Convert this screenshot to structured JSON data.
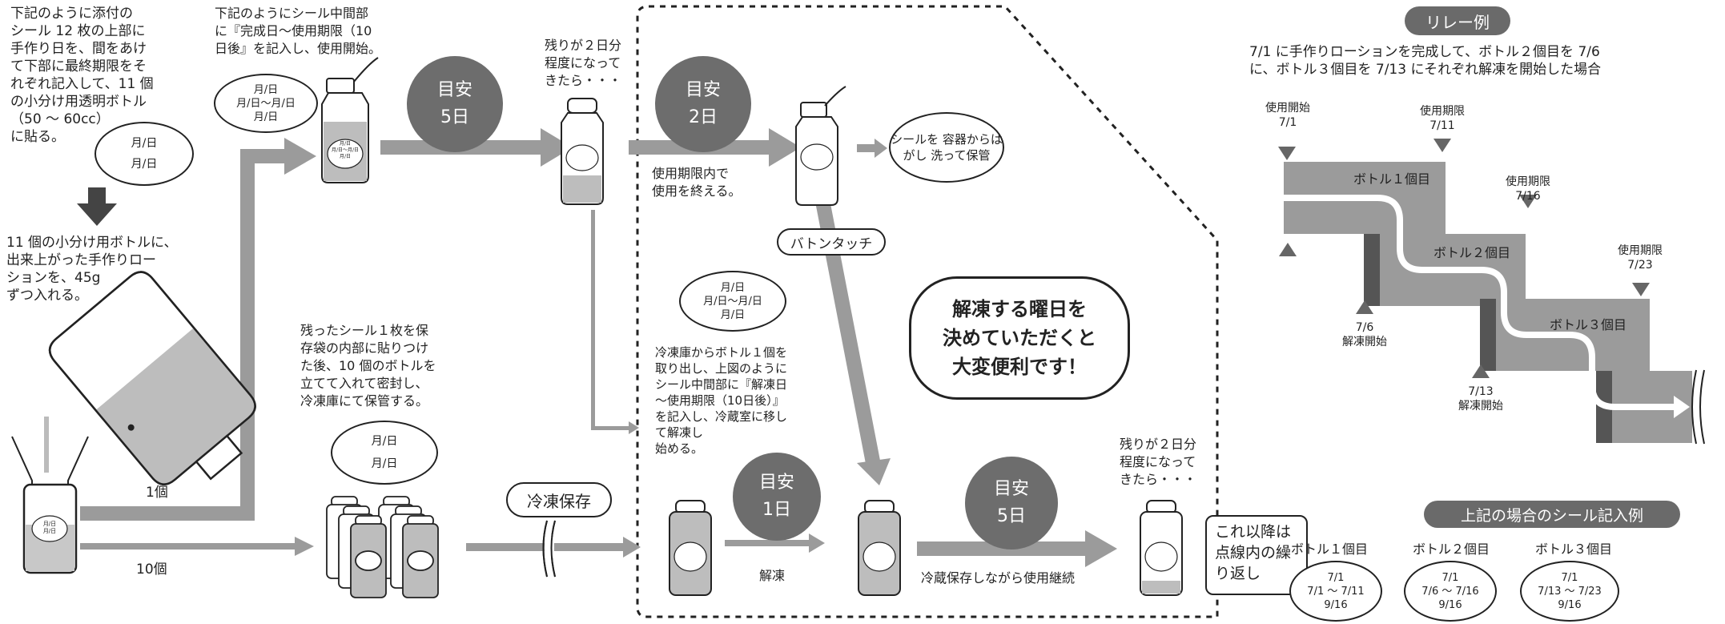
{
  "left": {
    "instruction1": "下記のように添付の\nシール 12 枚の上部に\n手作り日を、間をあけ\nて下部に最終期限をそ\nれぞれ記入して、11 個\nの小分け用透明ボトル\n（50 ～ 60cc）\nに貼る。",
    "seal1": [
      "月/日",
      "月/日"
    ],
    "instruction2": "11 個の小分け用ボトルに、\n出来上がった手作りロー\nションを、45g\nずつ入れる。",
    "one_label": "1個",
    "ten_label": "10個",
    "mini_seal": [
      "月/日",
      "月/日"
    ]
  },
  "top_flow": {
    "instruction": "下記のようにシール中間部\nに『完成日～使用期限（10\n日後』を記入し、使用開始。",
    "seal": [
      "月/日",
      "月/日～月/日",
      "月/日"
    ],
    "guide1": {
      "label": "目安",
      "value": "5日"
    },
    "remaining1": "残りが２日分\n程度になって\nきたら・・・",
    "guide2": {
      "label": "目安",
      "value": "2日"
    },
    "end_use": "使用期限内で\n使用を終える。",
    "wash": "シールを\n容器からはがし\n洗って保管",
    "baton": "バトンタッチ"
  },
  "bottom_flow": {
    "storage_instruction": "残ったシール１枚を保\n存袋の内部に貼りつけ\nた後、10 個のボトルを\n立てて入れて密封し、\n冷凍庫にて保管する。",
    "bag_seal": [
      "月/日",
      "月/日"
    ],
    "frozen_tag": "冷凍保存",
    "thaw_seal": [
      "月/日",
      "月/日～月/日",
      "月/日"
    ],
    "thaw_instruction": "冷凍庫からボトル１個を\n取り出し、上図のように\nシール中間部に『解凍日\n～使用期限（10日後）』\nを記入し、冷蔵室に移し\nて解凍し\n始める。",
    "guide3": {
      "label": "目安",
      "value": "1日"
    },
    "thaw_label": "解凍",
    "guide4": {
      "label": "目安",
      "value": "5日"
    },
    "remaining2": "残りが２日分\n程度になって\nきたら・・・",
    "continue_label": "冷蔵保存しながら使用継続",
    "repeat_box": "これ以降は\n点線内の繰\nり返し",
    "callout": "解凍する曜日を\n決めていただくと\n大変便利です！"
  },
  "relay": {
    "title": "リレー例",
    "description": "7/1 に手作りローションを完成して、ボトル２個目を 7/6\nに、ボトル３個目を 7/13 にそれぞれ解凍を開始した場合",
    "markers": [
      {
        "label": "使用開始\n7/1"
      },
      {
        "label": "使用期限\n7/11"
      },
      {
        "label": "使用期限\n7/16"
      },
      {
        "label": "使用期限\n7/23"
      },
      {
        "label": "7/6\n解凍開始"
      },
      {
        "label": "7/13\n解凍開始"
      }
    ],
    "bottles": [
      "ボトル１個目",
      "ボトル２個目",
      "ボトル３個目"
    ]
  },
  "seal_examples": {
    "title": "上記の場合のシール記入例",
    "items": [
      {
        "name": "ボトル１個目",
        "lines": [
          "7/1",
          "7/1 ～ 7/11",
          "9/16"
        ]
      },
      {
        "name": "ボトル２個目",
        "lines": [
          "7/1",
          "7/6 ～ 7/16",
          "9/16"
        ]
      },
      {
        "name": "ボトル３個目",
        "lines": [
          "7/1",
          "7/13 ～ 7/23",
          "9/16"
        ]
      }
    ]
  },
  "seal_mini_text": [
    "月/日",
    "月/日～月/日",
    "月/日"
  ]
}
